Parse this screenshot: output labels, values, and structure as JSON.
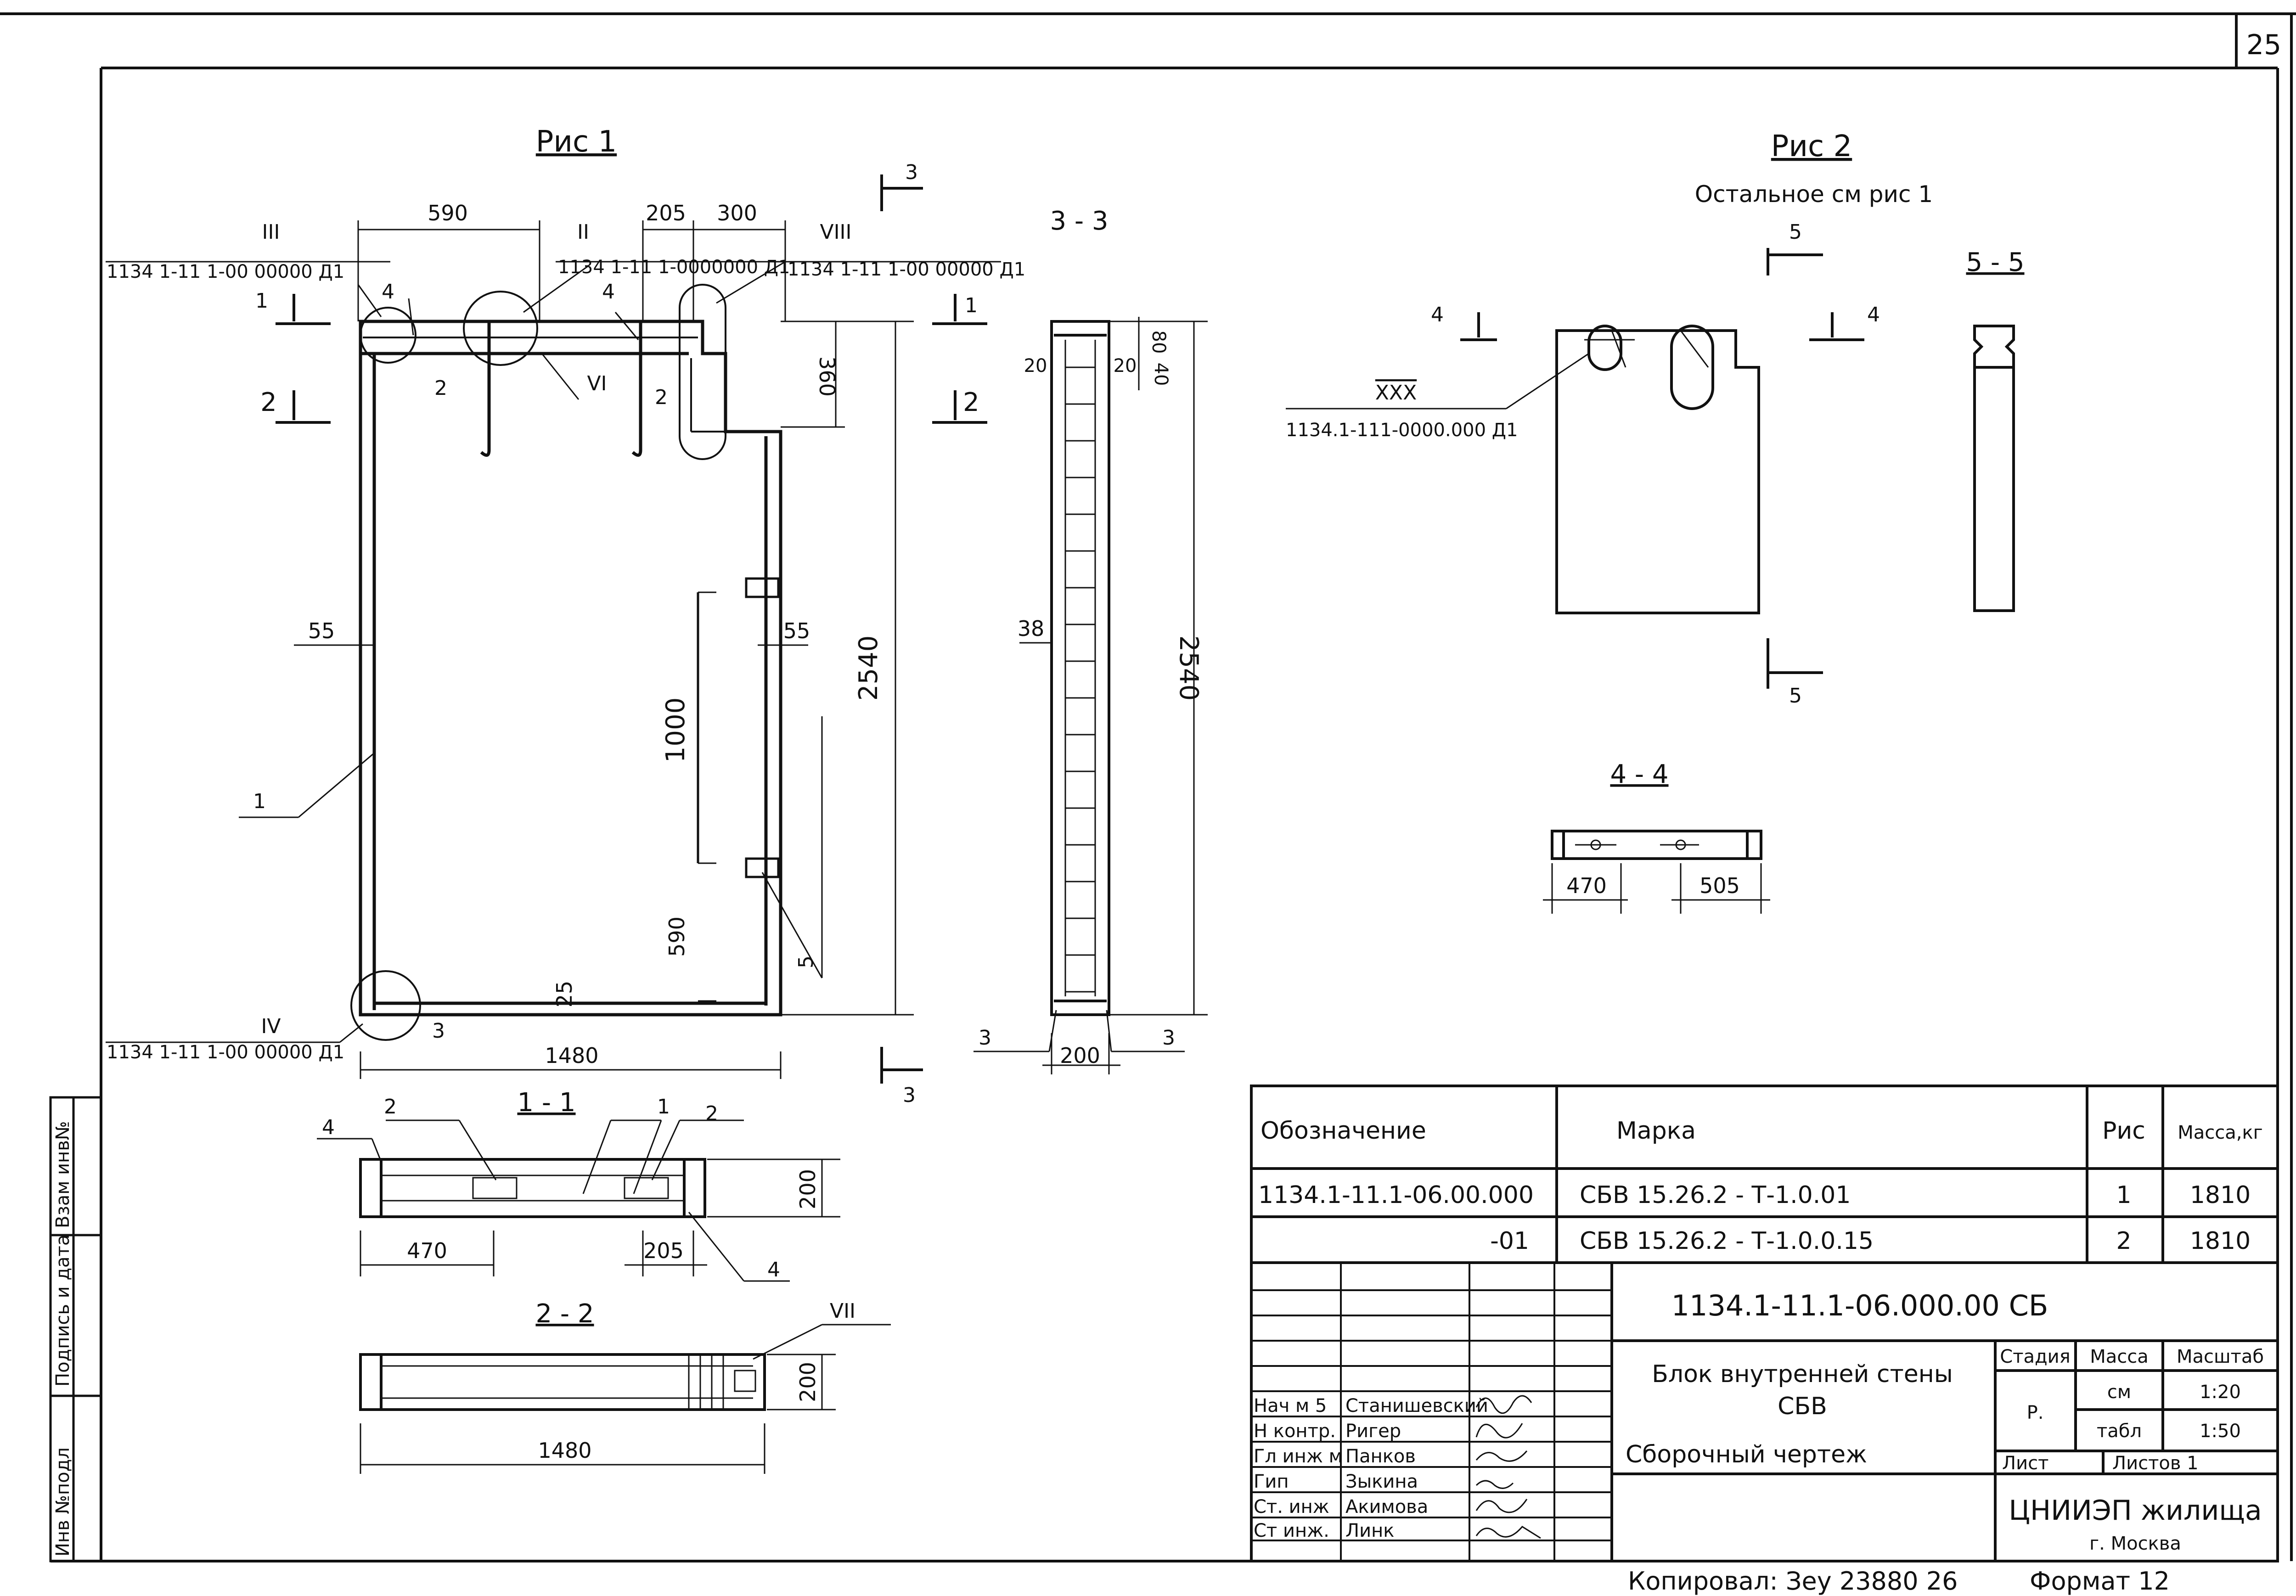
{
  "sheet": {
    "page_number": "25",
    "side_labels": [
      "Инв №подл",
      "Подпись и дата",
      "Взам инв№"
    ],
    "copied": "Копировал: Зеу 23880 26",
    "format": "Формат 12"
  },
  "fig1": {
    "title": "Рис 1",
    "dims": {
      "d590": "590",
      "d205": "205",
      "d300": "300",
      "d360": "360",
      "d2540": "2540",
      "d55a": "55",
      "d55b": "55",
      "d1000": "1000",
      "d590v": "590",
      "d25": "25",
      "d1480": "1480"
    },
    "romans": {
      "r3": "III",
      "r2": "II",
      "r8": "VIII",
      "r6": "VI",
      "r4": "IV"
    },
    "refs": {
      "a": "1134 1-11 1-00 00000 Д1",
      "b": "1134 1-11 1-0000000 Д1",
      "c": "1134 1-11 1-00 00000 Д1",
      "d": "1134 1-11 1-00 00000 Д1"
    },
    "callouts": {
      "c1": "1",
      "c2a": "2",
      "c2b": "2",
      "c3": "3",
      "c4a": "4",
      "c4b": "4",
      "c5": "5"
    },
    "cuts": {
      "k1a": "1",
      "k1b": "1",
      "k2a": "2",
      "k2b": "2",
      "k3a": "3",
      "k3b": "3"
    }
  },
  "sec33": {
    "title": "3 - 3",
    "dims": {
      "d80": "80",
      "d20a": "20",
      "d20b": "20",
      "d40": "40",
      "d38": "38",
      "d2540": "2540",
      "d200": "200"
    },
    "callouts": {
      "c3a": "3",
      "c3b": "3"
    }
  },
  "sec11": {
    "title": "1 - 1",
    "dims": {
      "d200": "200",
      "d470": "470",
      "d205": "205"
    },
    "callouts": {
      "c4a": "4",
      "c2a": "2",
      "c1": "1",
      "c2b": "2",
      "c4b": "4"
    }
  },
  "sec22": {
    "title": "2 - 2",
    "dims": {
      "d200": "200",
      "d1480": "1480"
    },
    "roman": "VII"
  },
  "fig2": {
    "title": "Рис 2",
    "subtitle": "Остальное см рис 1",
    "roman": "XXX",
    "ref": "1134.1-111-0000.000 Д1",
    "cuts": {
      "k4a": "4",
      "k4b": "4",
      "k5a": "5",
      "k5b": "5"
    }
  },
  "sec55": {
    "title": "5 - 5"
  },
  "sec44": {
    "title": "4 - 4",
    "dims": {
      "d470": "470",
      "d505": "505"
    }
  },
  "spec": {
    "headers": [
      "Обозначение",
      "Марка",
      "Рис",
      "Масса,кг"
    ],
    "rows": [
      {
        "designation": "1134.1-11.1-06.00.000",
        "mark": "СБВ 15.26.2 - Т-1.0.01",
        "fig": "1",
        "mass": "1810"
      },
      {
        "designation": "-01",
        "mark": "СБВ 15.26.2 - Т-1.0.0.15",
        "fig": "2",
        "mass": "1810"
      }
    ]
  },
  "titleblock": {
    "code": "1134.1-11.1-06.000.00 СБ",
    "name_line1": "Блок внутренней стены",
    "name_line2": "СБВ",
    "doc_type": "Сборочный чертеж",
    "stage_label": "Стадия",
    "mass_label": "Масса",
    "scale_label": "Масштаб",
    "stage": "Р.",
    "mass_val": "см",
    "mass_val2": "табл",
    "scale1": "1:20",
    "scale2": "1:50",
    "sheet_label": "Лист",
    "sheets_label": "Листов 1",
    "org": "ЦНИИЭП жилища",
    "city": "г. Москва",
    "roles": [
      {
        "role": "Нач м 5",
        "name": "Станишевский"
      },
      {
        "role": "Н контр.",
        "name": "Ригер"
      },
      {
        "role": "Гл инж м",
        "name": "Панков"
      },
      {
        "role": "Гип",
        "name": "Зыкина"
      },
      {
        "role": "Ст. инж",
        "name": "Акимова"
      },
      {
        "role": "Ст инж.",
        "name": "Линк"
      }
    ]
  }
}
